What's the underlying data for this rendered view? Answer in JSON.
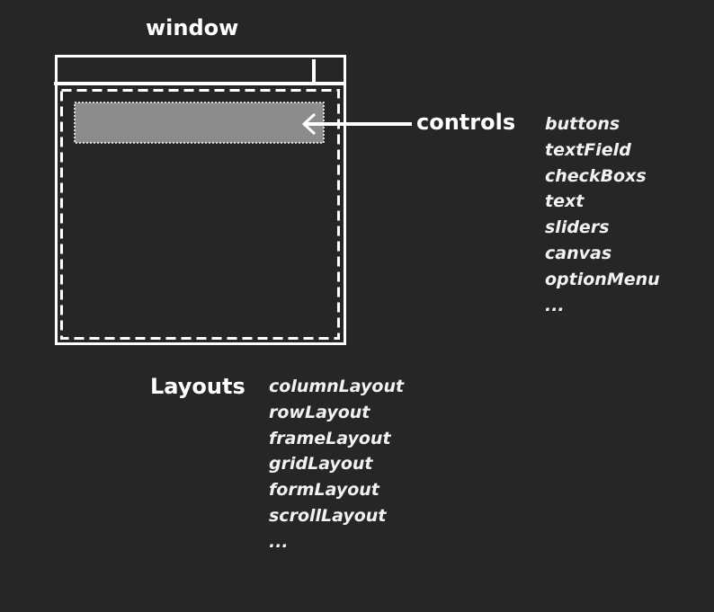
{
  "diagram": {
    "window_label": "window",
    "controls_label": "controls",
    "layouts_label": "Layouts",
    "controls_items": [
      "buttons",
      "textField",
      "checkBoxs",
      "text",
      "sliders",
      "canvas",
      "optionMenu",
      "..."
    ],
    "layouts_items": [
      "columnLayout",
      "rowLayout",
      "frameLayout",
      "gridLayout",
      "formLayout",
      "scrollLayout",
      "..."
    ],
    "colors": {
      "background": "#262626",
      "stroke": "#ffffff",
      "control_fill": "#8c8c8c",
      "list_text": "#f2f2f2"
    }
  }
}
